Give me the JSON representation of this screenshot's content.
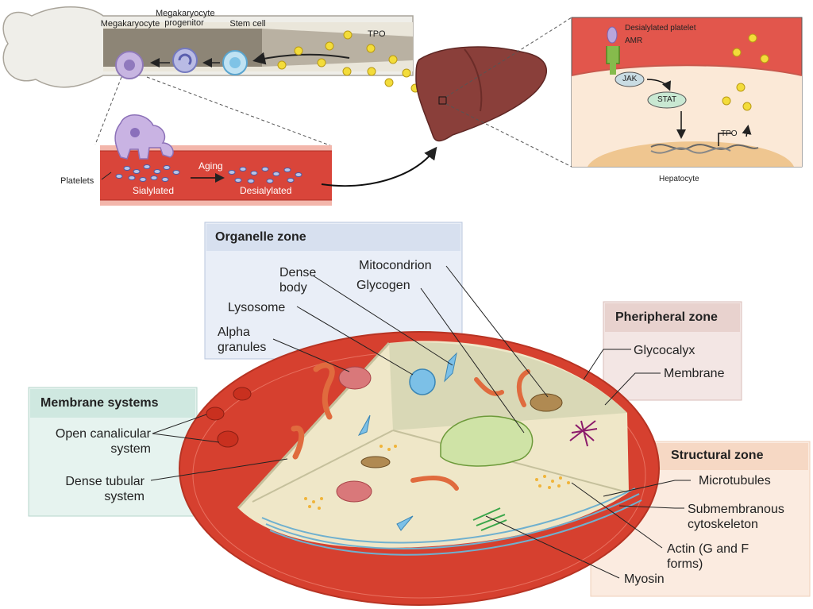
{
  "top": {
    "bone_labels": {
      "megakaryocyte": "Megakaryocyte",
      "progenitor": "Megakaryocyte progenitor",
      "stem_cell": "Stem cell"
    },
    "tpo_label": "TPO",
    "vessel": {
      "platelets": "Platelets",
      "aging": "Aging",
      "sialylated": "Sialylated",
      "desialylated": "Desialylated"
    },
    "hepatocyte_box": {
      "desialylated_platelet": "Desialylated platelet",
      "amr": "AMR",
      "jak": "JAK",
      "stat": "STAT",
      "tpo": "TPO",
      "caption": "Hepatocyte"
    }
  },
  "zones": {
    "organelle": {
      "title": "Organelle zone",
      "labels": [
        "Dense body",
        "Mitocondrion",
        "Glycogen",
        "Lysosome",
        "Alpha granules"
      ]
    },
    "peripheral": {
      "title": "Pheripheral zone",
      "labels": [
        "Glycocalyx",
        "Membrane"
      ]
    },
    "membrane_systems": {
      "title": "Membrane systems",
      "labels": [
        "Open canalicular system",
        "Dense tubular system"
      ]
    },
    "structural": {
      "title": "Structural zone",
      "labels": [
        "Microtubules",
        "Submembranous cytoskeleton",
        "Actin (G and F forms)",
        "Myosin"
      ]
    }
  },
  "colors": {
    "vessel_red": "#d9453a",
    "liver": "#8a3f3a",
    "platelet_rim": "#d6402f",
    "cytoplasm": "#f1ecd2",
    "tpo_dot": "#f3dc3a",
    "organelle_box": "#e9eef7",
    "membrane_box": "#e6f3ef",
    "peripheral_box": "#f3e6e4",
    "structural_box": "#fbebe0"
  }
}
